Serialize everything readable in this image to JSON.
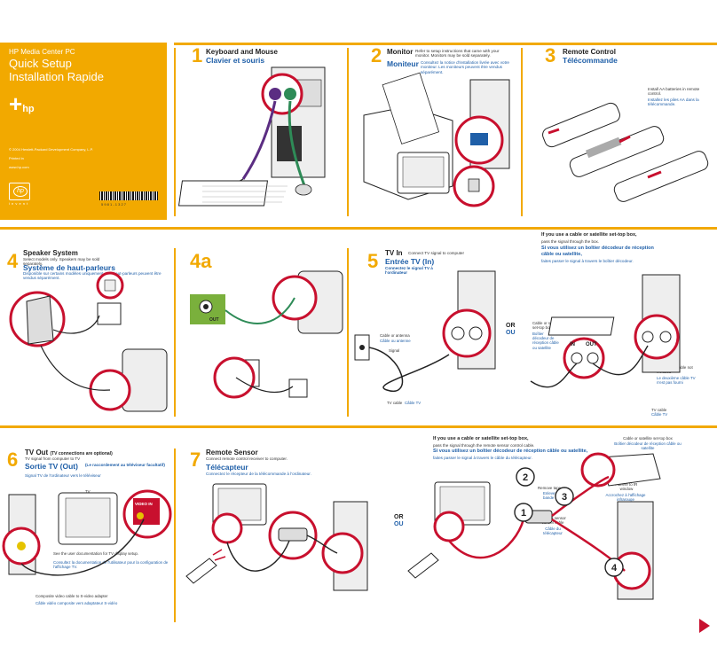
{
  "cover": {
    "product": "HP Media Center PC",
    "title": "Quick Setup",
    "subtitle": "Installation Rapide",
    "logo_text": "hp",
    "copyright": "© 2004 Hewlett-Packard Development Company, L.P.",
    "printed": "Printed in",
    "url": "www.hp.com",
    "invent": "i n v e n t",
    "barcode_text": "5 9 8 1 - 1 3 2 7"
  },
  "step1": {
    "num": "1",
    "title_en": "Keyboard and Mouse",
    "title_fr": "Clavier et souris"
  },
  "step2": {
    "num": "2",
    "title_en": "Monitor",
    "desc_en": "Refer to setup instructions that came with your monitor. Monitors may be sold separately.",
    "title_fr": "Moniteur",
    "desc_fr": "Consultez la notice d'installation livrée avec votre moniteur. Les moniteurs peuvent être vendus séparément."
  },
  "step3": {
    "num": "3",
    "title_en": "Remote Control",
    "title_fr": "Télécommande",
    "note_en": "Install AA batteries in remote control.",
    "note_fr": "Installez les piles AA dans la télécommande."
  },
  "step4": {
    "num": "4",
    "title_en": "Speaker System",
    "desc_en": "Select models only. Speakers may be sold separately.",
    "title_fr": "Système de haut-parleurs",
    "desc_fr": "Disponible sur certains modèles uniquement. Les haut-parleurs peuvent être vendus séparément."
  },
  "step4a": {
    "num": "4a",
    "out_label": "OUT"
  },
  "step5": {
    "num": "5",
    "title_en": "TV In",
    "desc_en": "Connect TV signal to computer",
    "title_fr": "Entrée TV (In)",
    "desc_fr": "Connectez le signal TV à l'ordinateur",
    "cable_antenna_en": "Cable or antenna",
    "cable_antenna_fr": "Câble ou antenne",
    "signal": "Signal",
    "tv_cable_en": "TV cable",
    "tv_cable_fr": "Câble TV",
    "or_en": "OR",
    "or_fr": "OU",
    "alt_title_en": "If you use a cable or satellite set-top box,",
    "alt_desc_en": "pass the signal through the box.",
    "alt_title_fr": "Si vous utilisez un boîtier décodeur de réception câble ou satellite,",
    "alt_desc_fr": "faites passer le signal à travers le boîtier décodeur.",
    "stb_en": "Cable or satellite set-top box",
    "stb_fr": "Boîtier décodeur de réception câble ou satellite",
    "in": "IN",
    "out": "OUT",
    "second_tv_en": "Second TV cable not included",
    "second_tv_fr": "Le deuxième câble TV n'est pas fourni"
  },
  "step6": {
    "num": "6",
    "title_en": "TV Out",
    "title_en_note": "(TV connections are optional)",
    "desc_en": "TV signal from computer to TV",
    "title_fr": "Sortie TV (Out)",
    "title_fr_note": "(Le raccordement au téléviseur facultatif)",
    "desc_fr": "Signal TV de l'ordinateur vers le téléviseur",
    "tv_label": "TV",
    "video_in": "VIDEO IN",
    "doc_en": "See the user documentation for TV display setup.",
    "doc_fr": "Consultez la documentation de l'utilisateur pour la configuration de l'affichage TV.",
    "adapter_en": "Composite video cable to S-video adapter",
    "adapter_fr": "Câble vidéo composite vers adaptateur S-vidéo"
  },
  "step7": {
    "num": "7",
    "title_en": "Remote Sensor",
    "desc_en": "Connect remote control receiver to computer.",
    "title_fr": "Télécapteur",
    "desc_fr": "Connectez le récepteur de la télécommande à l'ordinateur.",
    "or_en": "OR",
    "or_fr": "OU",
    "alt_title_en": "If you use a cable or satellite set-top box,",
    "alt_desc_en": "pass the signal through the remote sensor control cable.",
    "alt_title_fr": "Si vous utilisez un boîtier décodeur de réception câble ou satellite,",
    "alt_desc_fr": "faites passer le signal à travers le câble du télécapteur.",
    "stb_en": "Cable or satellite set-top box",
    "stb_fr": "Boîtier décodeur de réception câble ou satellite",
    "remove_tape_en": "Remove tape",
    "remove_tape_fr": "Enlevez la bande",
    "adhere_en": "Adhere to IR window",
    "adhere_fr": "Accrochez à l'affichage infrarouge",
    "sensor_en": "Remote sensor control cable",
    "sensor_fr": "Câble du télécapteur",
    "b1": "1",
    "b2": "2",
    "b3": "3",
    "b4": "4"
  }
}
